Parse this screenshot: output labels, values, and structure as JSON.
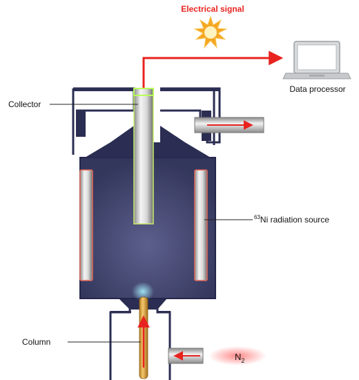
{
  "labels": {
    "signal": "Electrical signal",
    "processor": "Data processor",
    "collector": "Collector",
    "source_superscript": "63",
    "source_text": "Ni radiation source",
    "column": "Column",
    "gas_base": "N",
    "gas_subscript": "2"
  },
  "colors": {
    "signal": "#e8231f",
    "housing": "#2b2e52",
    "chamber": "#3a3d63",
    "glow": "#ff7a7a"
  },
  "icons": {
    "signal": "burst-icon",
    "processor": "laptop-icon"
  }
}
